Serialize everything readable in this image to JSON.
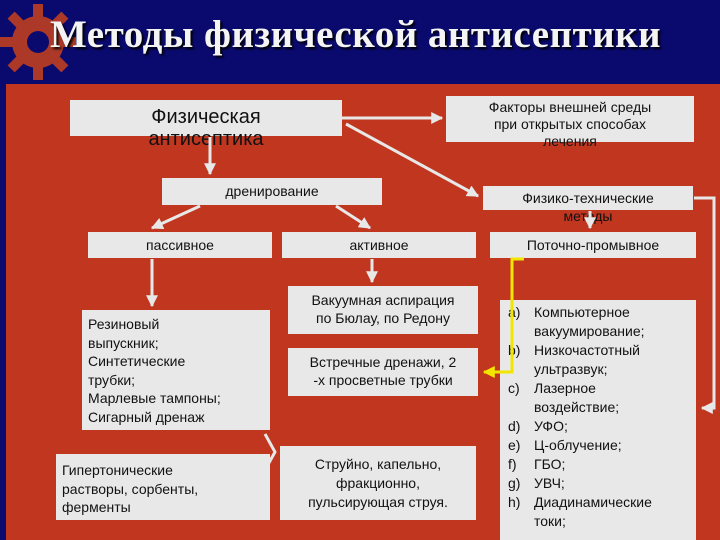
{
  "title": "Методы физической антисептики",
  "boxes": {
    "main": [
      "Физическая",
      "антисептика"
    ],
    "factors": [
      "Факторы внешней среды",
      "при открытых способах",
      "лечения"
    ],
    "drainage": "дренирование",
    "physico": [
      "Физико-технические",
      "методы"
    ],
    "passive": "пассивное",
    "active": "активное",
    "flow_wash": "Поточно-промывное",
    "passive_list": [
      "Резиновый",
      "выпускник;",
      "Синтетические",
      "трубки;",
      "Марлевые тампоны;",
      "Сигарный  дренаж"
    ],
    "hypertonic": [
      "Гипертонические",
      "растворы, сорбенты,",
      "ферменты"
    ],
    "vacuum": [
      "Вакуумная аспирация",
      "по Бюлау, по Редону"
    ],
    "counter": [
      "Встречные дренажи, 2",
      "-х просветные трубки"
    ],
    "stream": [
      "Струйно, капельно,",
      "фракционно,",
      "пульсирующая струя."
    ]
  },
  "methods_list": [
    {
      "marker": "a)",
      "lines": [
        "Компьютерное",
        "вакуумирование;"
      ]
    },
    {
      "marker": "b)",
      "lines": [
        "Низкочастотный",
        "ультразвук;"
      ]
    },
    {
      "marker": "c)",
      "lines": [
        "Лазерное",
        "воздействие;"
      ]
    },
    {
      "marker": "d)",
      "lines": [
        "УФО;"
      ]
    },
    {
      "marker": "e)",
      "lines": [
        "Ц-облучение;"
      ]
    },
    {
      "marker": "f)",
      "lines": [
        "ГБО;"
      ]
    },
    {
      "marker": "g)",
      "lines": [
        "УВЧ;"
      ]
    },
    {
      "marker": "h)",
      "lines": [
        "Диадинамические",
        "токи;"
      ]
    }
  ],
  "colors": {
    "background": "#0a0a6e",
    "panel": "#c0361f",
    "box": "#e8e8e8",
    "arrow": "#e8e8e8",
    "highlight_arrow": "#f2e600",
    "title_text": "#f4f4f4"
  }
}
